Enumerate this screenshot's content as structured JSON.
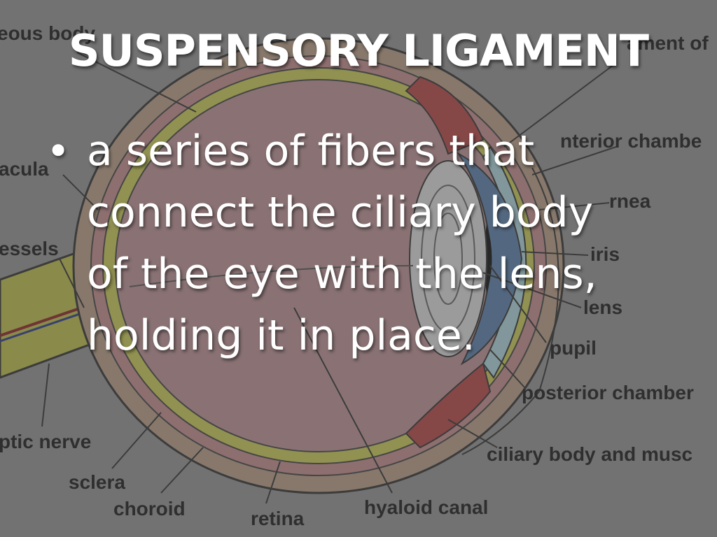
{
  "slide": {
    "title": "SUSPENSORY LIGAMENT",
    "bullet": "a series of fibers that connect the ciliary body of the eye with the lens, holding it in place."
  },
  "diagram": {
    "labels": {
      "vitreous_body": "eous body",
      "ligament": "ament of",
      "anterior_chamber": "nterior chambe",
      "macula": "acula",
      "cornea": "rnea",
      "vessels": "essels",
      "iris": "iris",
      "lens": "lens",
      "pupil": "pupil",
      "posterior_chamber": "posterior chamber",
      "optic_nerve": "ptic nerve",
      "ciliary_body": "ciliary body and musc",
      "sclera": "sclera",
      "choroid": "choroid",
      "retina": "retina",
      "hyaloid_canal": "hyaloid canal"
    },
    "colors": {
      "background": "#8f8f8f",
      "vitreous": "#8c6a6d",
      "sclera": "#8a7b6c",
      "choroid": "#8e5e5e",
      "retina": "#8f8f2e",
      "iris": "#3f5a78",
      "cornea": "#7f9da3",
      "ciliary": "#8a3838",
      "optic_nerve": "#8f8f2e"
    }
  }
}
